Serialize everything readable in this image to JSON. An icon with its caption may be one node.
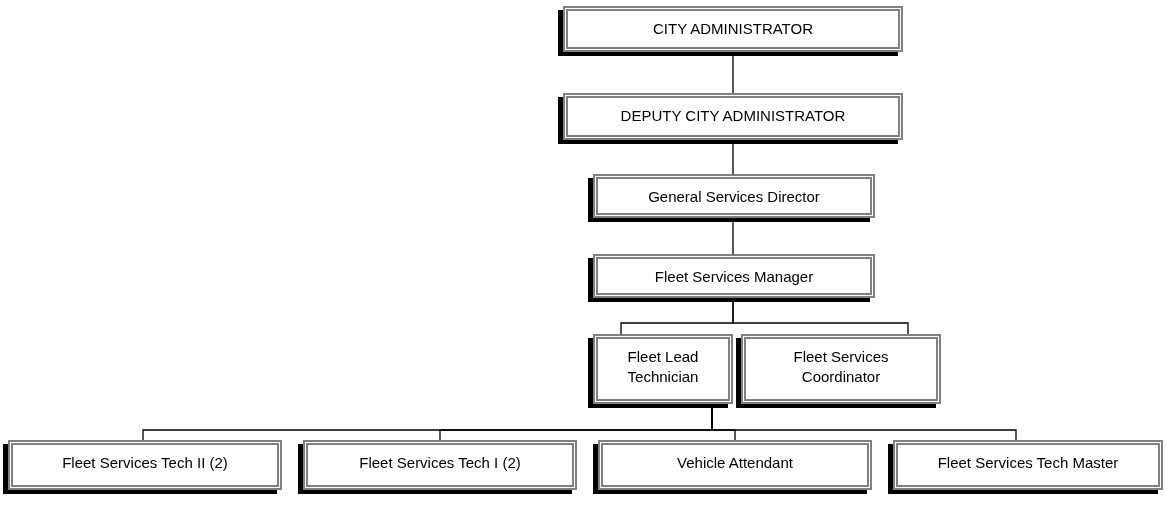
{
  "diagram": {
    "nodes": [
      {
        "text": [
          "CITY ADMINISTRATOR"
        ]
      },
      {
        "text": [
          "DEPUTY CITY ADMINISTRATOR"
        ]
      },
      {
        "text": [
          "General Services Director"
        ]
      },
      {
        "text": [
          "Fleet Services Manager"
        ]
      },
      {
        "text": [
          "Fleet Lead Technician"
        ]
      },
      {
        "text": [
          "Fleet Services Coordinator"
        ]
      },
      {
        "text": [
          "Fleet Services Tech II (2)"
        ]
      },
      {
        "text": [
          "Fleet Services Tech I (2)"
        ]
      },
      {
        "text": [
          "Vehicle Attendant"
        ]
      },
      {
        "text": [
          "Fleet Services Tech Master"
        ]
      }
    ],
    "edges": [
      {
        "from": 0,
        "to": 1,
        "arrow": "none"
      },
      {
        "from": 1,
        "to": 2,
        "arrow": "none"
      },
      {
        "from": 2,
        "to": 3,
        "arrow": "none"
      },
      {
        "from": 3,
        "to": 4,
        "arrow": "none"
      },
      {
        "from": 3,
        "to": 5,
        "arrow": "none"
      },
      {
        "from": 4,
        "to": 6,
        "arrow": "none"
      },
      {
        "from": 4,
        "to": 7,
        "arrow": "none"
      },
      {
        "from": 4,
        "to": 8,
        "arrow": "none"
      },
      {
        "from": 4,
        "to": 9,
        "arrow": "none"
      }
    ]
  }
}
